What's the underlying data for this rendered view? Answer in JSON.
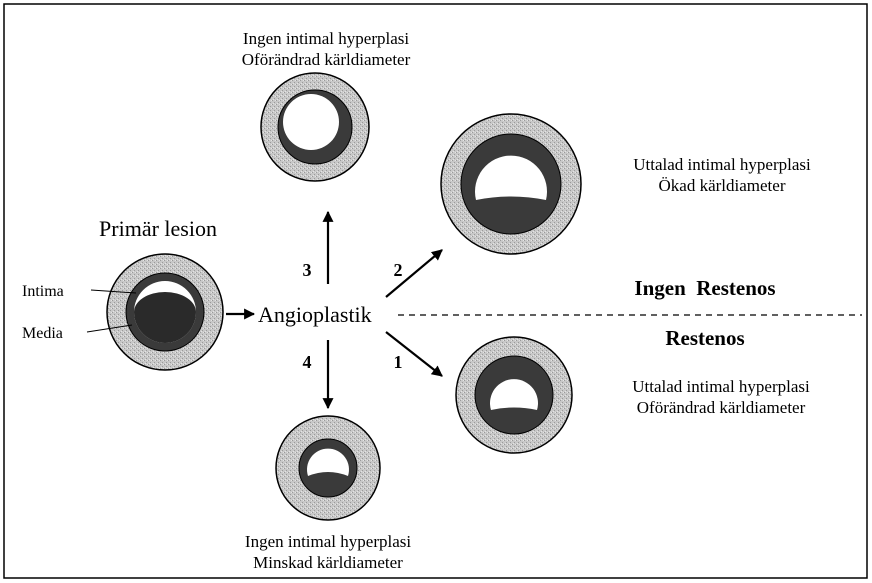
{
  "title": "Primär lesion",
  "center_label": "Angioplastik",
  "labels": {
    "intima": "Intima",
    "media": "Media"
  },
  "arrows": {
    "a1": "1",
    "a2": "2",
    "a3": "3",
    "a4": "4"
  },
  "zones": {
    "no_restenosis": "Ingen  Restenos",
    "restenosis": "Restenos"
  },
  "outcomes": {
    "top": {
      "line1": "Ingen intimal hyperplasi",
      "line2": "Oförändrad kärldiameter"
    },
    "upper_right": {
      "line1": "Uttalad intimal hyperplasi",
      "line2": "Ökad kärldiameter"
    },
    "lower_right": {
      "line1": "Uttalad intimal hyperplasi",
      "line2": "Oförändrad kärldiameter"
    },
    "bottom": {
      "line1": "Ingen intimal hyperplasi",
      "line2": "Minskad kärldiameter"
    }
  },
  "colors": {
    "outer_wall": "#c4c4c4",
    "media_ring": "#3a3a3a",
    "plaque": "#2a2a2a",
    "lumen": "#ffffff",
    "ink": "#000000"
  }
}
